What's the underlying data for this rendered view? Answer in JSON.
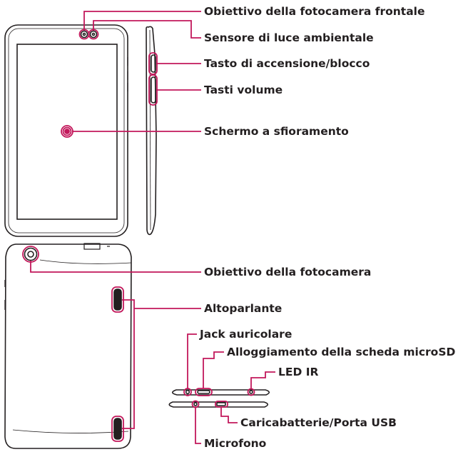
{
  "colors": {
    "outline": "#231f20",
    "accent": "#c2185b"
  },
  "labels": {
    "front_camera": "Obiettivo della fotocamera frontale",
    "light_sensor": "Sensore di luce ambientale",
    "power_key": "Tasto di accensione/blocco",
    "volume_keys": "Tasti volume",
    "touchscreen": "Schermo a sfioramento",
    "rear_camera": "Obiettivo della fotocamera",
    "speaker": "Altoparlante",
    "earphone_jack": "Jack auricolare",
    "microsd_slot": "Alloggiamento della scheda microSD",
    "ir_led": "LED IR",
    "charger_usb": "Caricabatterie/Porta USB",
    "microphone": "Microfono"
  }
}
